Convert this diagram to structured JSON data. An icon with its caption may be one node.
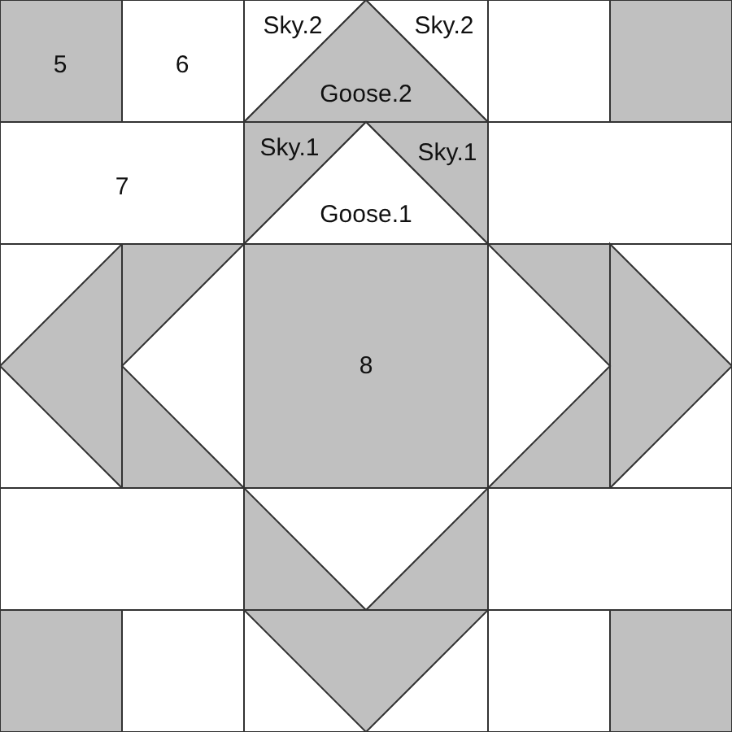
{
  "diagram": {
    "nodes": [
      {
        "text": [
          "5"
        ]
      },
      {
        "text": [
          "6"
        ]
      },
      {
        "text": [
          "Sky.2"
        ]
      },
      {
        "text": [
          "Sky.2"
        ]
      },
      {
        "text": [
          "Goose.2"
        ]
      },
      {
        "text": [
          "7"
        ]
      },
      {
        "text": [
          "Sky.1"
        ]
      },
      {
        "text": [
          "Sky.1"
        ]
      },
      {
        "text": [
          "Goose.1"
        ]
      },
      {
        "text": [
          "8"
        ]
      }
    ]
  }
}
